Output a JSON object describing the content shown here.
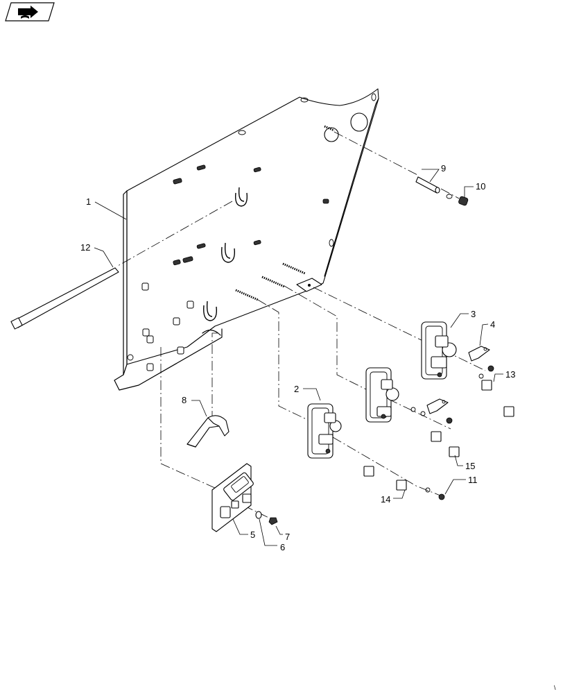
{
  "callouts": [
    {
      "id": "1",
      "label": "1"
    },
    {
      "id": "2",
      "label": "2"
    },
    {
      "id": "3",
      "label": "3"
    },
    {
      "id": "4",
      "label": "4"
    },
    {
      "id": "5",
      "label": "5"
    },
    {
      "id": "6",
      "label": "6"
    },
    {
      "id": "7",
      "label": "7"
    },
    {
      "id": "8",
      "label": "8"
    },
    {
      "id": "9",
      "label": "9"
    },
    {
      "id": "10",
      "label": "10"
    },
    {
      "id": "11",
      "label": "11"
    },
    {
      "id": "12",
      "label": "12"
    },
    {
      "id": "13",
      "label": "13"
    },
    {
      "id": "14",
      "label": "14"
    },
    {
      "id": "15",
      "label": "15"
    }
  ],
  "corner_mark": "\\",
  "icons": {
    "nav_badge": "arrow-book-icon"
  }
}
